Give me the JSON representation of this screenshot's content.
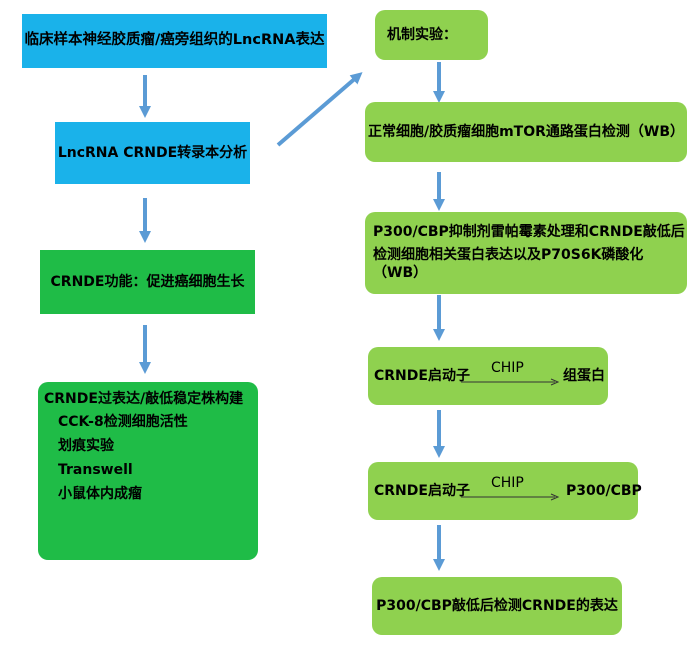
{
  "left": {
    "box1": "临床样本神经胶质瘤/癌旁组织的LncRNA表达",
    "box2": "LncRNA CRNDE转录本分析",
    "box3": "CRNDE功能：促进癌细胞生长",
    "box4": {
      "title": "CRNDE过表达/敲低稳定株构建",
      "items": [
        "CCK-8检测细胞活性",
        "划痕实验",
        "Transwell",
        "小鼠体内成瘤"
      ]
    }
  },
  "right": {
    "box1": "机制实验：",
    "box2": "正常细胞/胶质瘤细胞mTOR通路蛋白检测（WB）",
    "box3": {
      "line1": "P300/CBP抑制剂雷帕霉素处理和CRNDE敲低后",
      "line2": "检测细胞相关蛋白表达以及P70S6K磷酸化（WB）"
    },
    "box4": {
      "subject": "CRNDE启动子",
      "relation": "CHIP",
      "object": "组蛋白"
    },
    "box5": {
      "subject": "CRNDE启动子",
      "relation": "CHIP",
      "object": "P300/CBP"
    },
    "box6": "P300/CBP敲低后检测CRNDE的表达"
  },
  "colors": {
    "blue_box": "#1ab2ea",
    "light_green_box": "#8fd14f",
    "dark_green_box": "#1fbc47",
    "arrow": "#5b9bd5"
  }
}
